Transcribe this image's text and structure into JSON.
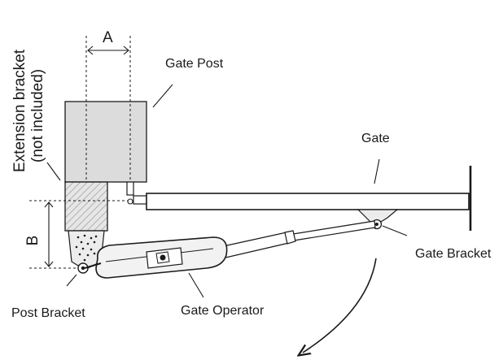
{
  "labels": {
    "extension_bracket_line1": "Extension bracket",
    "extension_bracket_line2": "(not included)",
    "dimension_a": "A",
    "dimension_b": "B",
    "gate_post": "Gate Post",
    "gate": "Gate",
    "gate_bracket": "Gate Bracket",
    "post_bracket": "Post Bracket",
    "gate_operator": "Gate Operator"
  },
  "colors": {
    "ink": "#1a1a1a",
    "post_fill": "#dcdcdc",
    "hatch_fill": "#e4e4e4",
    "operator_fill": "#f2f2f2"
  }
}
